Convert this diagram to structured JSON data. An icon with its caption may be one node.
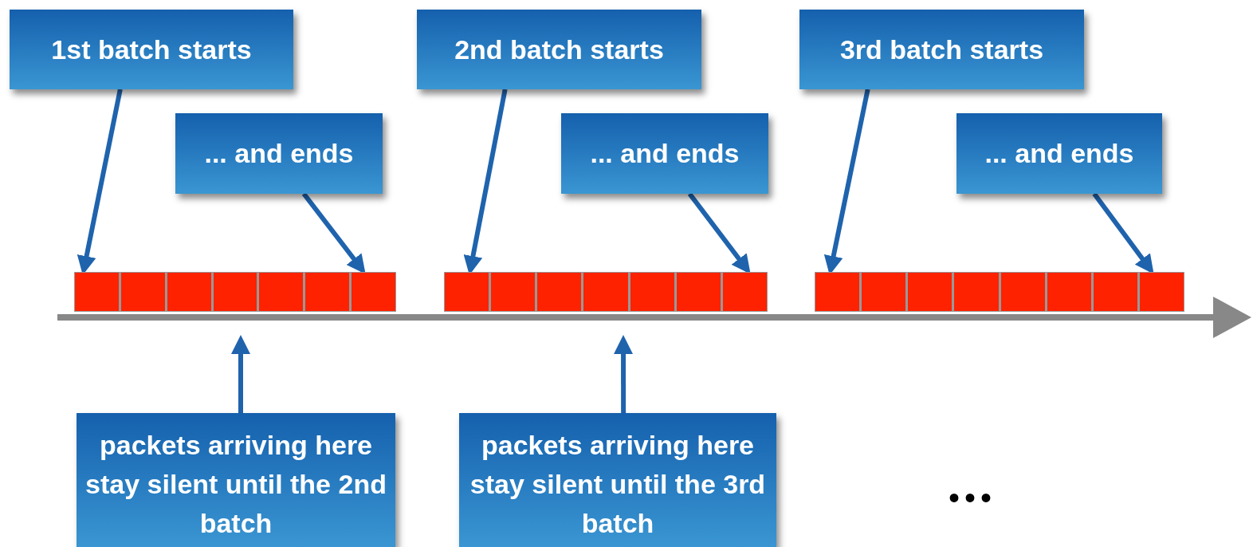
{
  "diagram": {
    "nodes": [
      {
        "text": [
          "1st batch starts"
        ]
      },
      {
        "text": [
          "2nd batch starts"
        ]
      },
      {
        "text": [
          "3rd batch starts"
        ]
      },
      {
        "text": [
          "... and ends"
        ]
      },
      {
        "text": [
          "... and ends"
        ]
      },
      {
        "text": [
          "... and ends"
        ]
      },
      {
        "text": [],
        "shape": "bar"
      },
      {
        "text": [],
        "shape": "bar"
      },
      {
        "text": [],
        "shape": "bar"
      },
      {
        "text": [
          "packets arriving here stay silent until the 2nd batch"
        ]
      },
      {
        "text": [
          "packets arriving here stay silent until the 3rd batch"
        ]
      },
      {
        "text": [],
        "shape": "arrow"
      }
    ],
    "edges": [
      {
        "from": 0,
        "to": 6,
        "arrow": "to"
      },
      {
        "from": 3,
        "to": 6,
        "arrow": "to"
      },
      {
        "from": 1,
        "to": 7,
        "arrow": "to"
      },
      {
        "from": 4,
        "to": 7,
        "arrow": "to"
      },
      {
        "from": 2,
        "to": 8,
        "arrow": "to"
      },
      {
        "from": 5,
        "to": 8,
        "arrow": "to"
      },
      {
        "from": 9,
        "to": 11,
        "arrow": "to"
      },
      {
        "from": 10,
        "to": 11,
        "arrow": "to"
      }
    ],
    "labels": [
      "•••"
    ]
  }
}
